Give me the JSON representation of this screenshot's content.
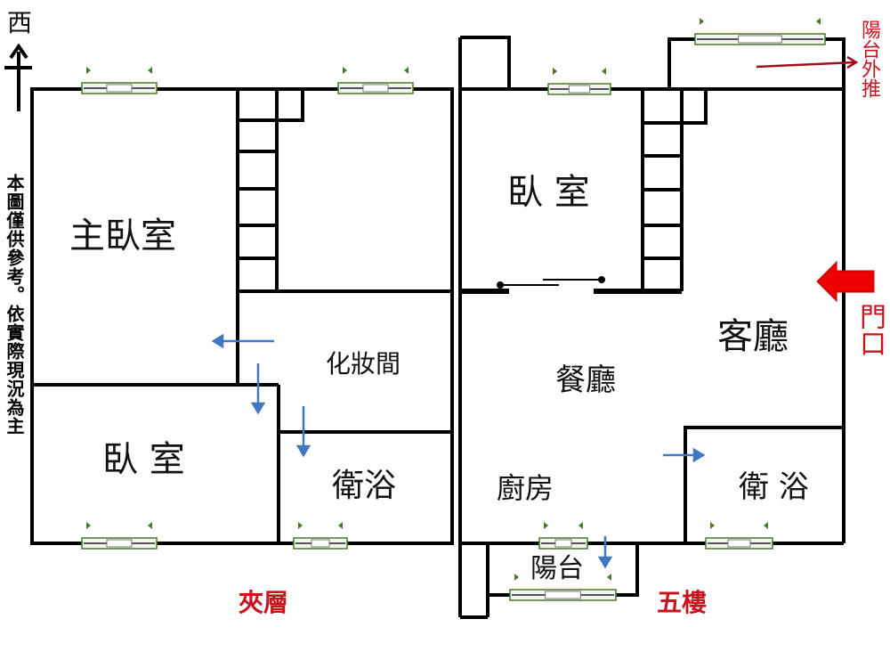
{
  "compass": {
    "direction": "西"
  },
  "disclaimer": "本圖僅供參考。依實際現況為主",
  "floors": [
    {
      "name": "夾層",
      "rooms": [
        "主臥室",
        "臥 室",
        "化妝間",
        "衛浴"
      ]
    },
    {
      "name": "五樓",
      "rooms": [
        "臥 室",
        "客廳",
        "餐廳",
        "廚房",
        "衛 浴",
        "陽台"
      ]
    }
  ],
  "annotations": {
    "balcony_push": "陽台外推",
    "door": "門口"
  },
  "colors": {
    "wall": "#000000",
    "label_red": "#c8141e",
    "flow_arrow": "#3f78c0",
    "door_arrow": "#ee0000",
    "window_green": "#4a7a2a"
  }
}
